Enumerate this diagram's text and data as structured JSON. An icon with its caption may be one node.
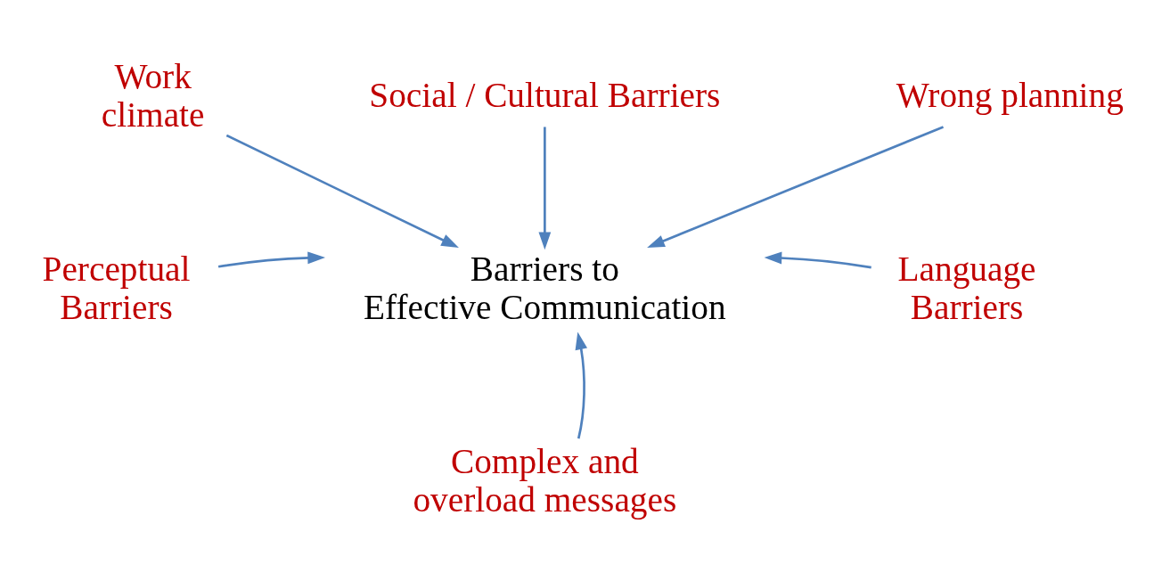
{
  "diagram": {
    "nodes": [
      {
        "text": [
          "Work climate"
        ]
      },
      {
        "text": [
          "Social / Cultural Barriers"
        ]
      },
      {
        "text": [
          "Wrong planning"
        ]
      },
      {
        "text": [
          "Perceptual Barriers"
        ]
      },
      {
        "text": [
          "Barriers to Effective Communication"
        ]
      },
      {
        "text": [
          "Language Barriers"
        ]
      },
      {
        "text": [
          "Complex and overload messages"
        ]
      }
    ],
    "edges": [
      {
        "from": 0,
        "to": 4,
        "arrow": "to"
      },
      {
        "from": 1,
        "to": 4,
        "arrow": "to"
      },
      {
        "from": 2,
        "to": 4,
        "arrow": "to"
      },
      {
        "from": 3,
        "to": 4,
        "arrow": "to"
      },
      {
        "from": 5,
        "to": 4,
        "arrow": "to"
      },
      {
        "from": 6,
        "to": 4,
        "arrow": "to"
      }
    ]
  }
}
